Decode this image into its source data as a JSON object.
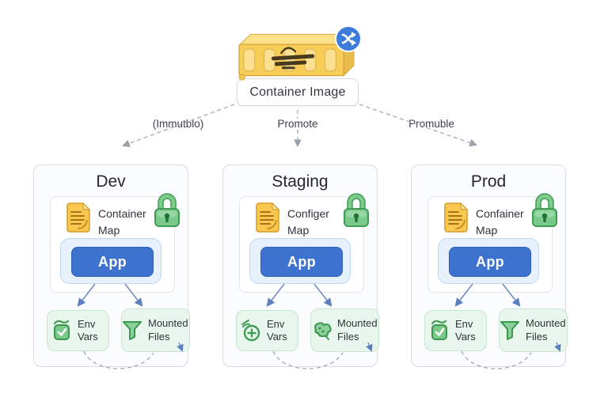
{
  "top": {
    "image_label": "Container Image",
    "container_icon": "container-icon",
    "badge_icon": "share-badge-icon"
  },
  "connector_labels": {
    "left": "(Immutblo)",
    "center": "Promote",
    "right": "Promuble"
  },
  "environments": [
    {
      "name": "Dev",
      "map_label": "Container Map",
      "map_icon": "document-icon",
      "lock_icon": "lock-icon",
      "app_label": "App",
      "env_vars": {
        "label": "Env Vars",
        "icon": "jar-check-icon"
      },
      "mounted_files": {
        "label": "Mounted Files",
        "icon": "funnel-icon"
      }
    },
    {
      "name": "Staging",
      "map_label": "Configer Map",
      "map_icon": "document-icon",
      "lock_icon": "lock-icon",
      "app_label": "App",
      "env_vars": {
        "label": "Env Vars",
        "icon": "circle-plus-icon"
      },
      "mounted_files": {
        "label": "Mounted Files",
        "icon": "scribble-icon"
      }
    },
    {
      "name": "Prod",
      "map_label": "Confainer Map",
      "map_icon": "document-icon",
      "lock_icon": "lock-icon",
      "app_label": "App",
      "env_vars": {
        "label": "Env Vars",
        "icon": "jar-check-icon"
      },
      "mounted_files": {
        "label": "Mounted Files",
        "icon": "funnel-icon"
      }
    }
  ],
  "colors": {
    "app_blue": "#3e72cf",
    "badge_blue": "#3c7ddb",
    "green": "#3f9e53",
    "container_yellow": "#f7cd58",
    "panel_border": "#d8dce2",
    "arrow_gray": "#a7adb8",
    "arrow_blue": "#6b88c4"
  }
}
